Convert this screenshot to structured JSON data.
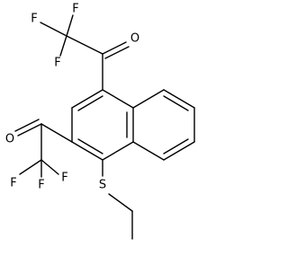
{
  "molecule": {
    "atoms": {
      "f_top_left": "F",
      "f_top_center": "F",
      "f_top_lower": "F",
      "o_top": "O",
      "o_left": "O",
      "s": "S",
      "f_bottom_upper": "F",
      "f_bottom_left": "F",
      "f_bottom_center": "F"
    }
  },
  "colors": {
    "bond": "#000000",
    "label": "#000000",
    "background": "#ffffff"
  }
}
